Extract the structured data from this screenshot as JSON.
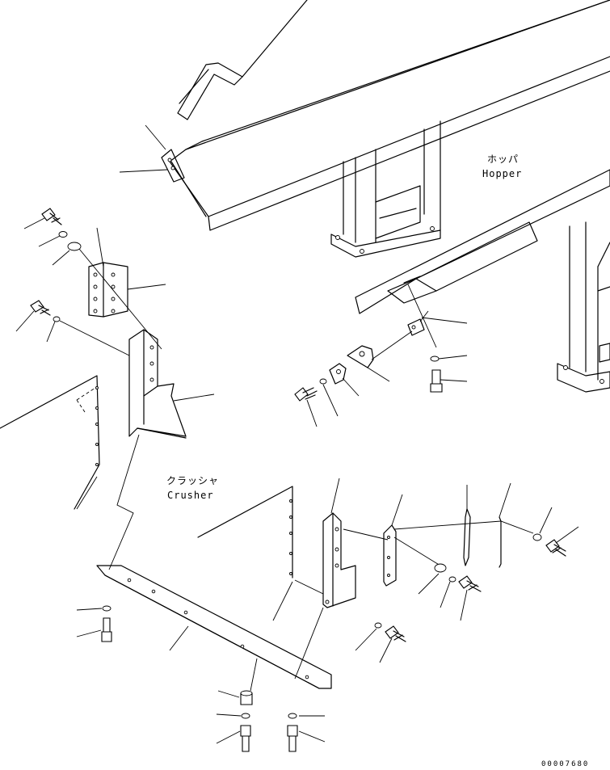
{
  "labels": {
    "hopper_jp": "ホッパ",
    "hopper_en": "Hopper",
    "crusher_jp": "クラッシャ",
    "crusher_en": "Crusher"
  },
  "drawing_number": "00007680"
}
